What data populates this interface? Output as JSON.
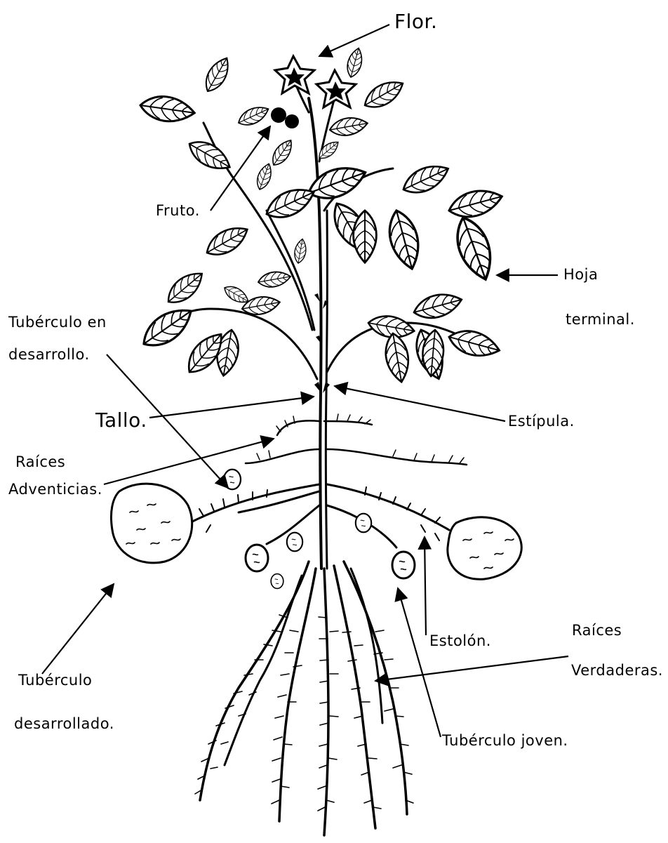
{
  "labels": {
    "flor": "Flor.",
    "fruto": "Fruto.",
    "hoja_line1": "Hoja",
    "hoja_line2": "terminal.",
    "tuberculo_desarrollo_line1": "Tubérculo en",
    "tuberculo_desarrollo_line2": "desarrollo.",
    "tallo": "Tallo.",
    "estipula": "Estípula.",
    "raices_adv_line1": "Raíces",
    "raices_adv_line2": "Adventicias.",
    "estolon": "Estolón.",
    "raices_verd_line1": "Raíces",
    "raices_verd_line2": "Verdaderas.",
    "tuberculo_des_line1": "Tubérculo",
    "tuberculo_des_line2": "desarrollado.",
    "tuberculo_joven": "Tubérculo joven."
  },
  "ink_color": "#000000",
  "background_color": "#ffffff"
}
